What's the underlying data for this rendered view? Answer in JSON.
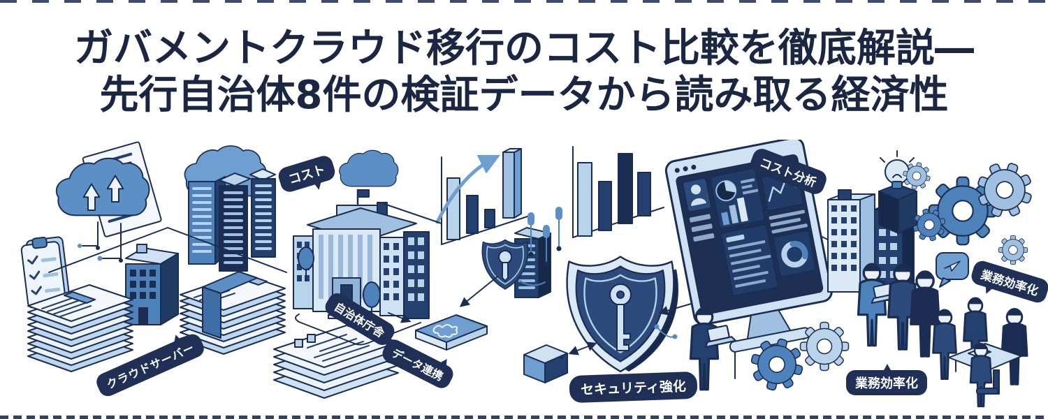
{
  "title": {
    "line1": "ガバメントクラウド移行のコスト比較を徹底解説―",
    "line2": "先行自治体8件の検証データから読み取る経済性"
  },
  "badges": {
    "cost": "コスト",
    "cloud_server": "クラウドサーバー",
    "municipal_office": "自治体庁舎",
    "data_linkage": "データ連携",
    "security": "セキュリティ強化",
    "cost_analysis": "コスト分析",
    "efficiency_right": "業務効率化",
    "efficiency_bottom": "業務効率化"
  },
  "palette": {
    "navy_outline": "#1b2d52",
    "dark_blue": "#24406e",
    "mid_blue": "#4e82bb",
    "sky_blue": "#6f9fd0",
    "light_blue": "#b9d3ea",
    "pale_blue": "#dbe9f6",
    "badge_bg": "#1f2f55",
    "title_text": "#1b2642",
    "background": "#ffffff"
  },
  "illustration": {
    "icons": [
      "document-icon",
      "upload-cloud-icon",
      "clipboard-checklist-icon",
      "office-building-icon",
      "paper-stack-icon",
      "cloud-server-rack-icon",
      "document-bundle-icon",
      "government-building-icon",
      "tree-icon",
      "brochure-stack-icon",
      "growth-bar-chart-icon",
      "shield-key-icon",
      "server-tower-icon",
      "security-shield-key-icon",
      "tablet-sketch-icon",
      "storage-box-icon",
      "bar-chart-icon",
      "dashboard-monitor-icon",
      "analyst-with-laptop-icon",
      "office-tower-icon",
      "lightbulb-icon",
      "gear-icon",
      "chat-bubble-send-icon",
      "business-team-icon",
      "meeting-table-icon",
      "connector-circuit-lines"
    ]
  }
}
